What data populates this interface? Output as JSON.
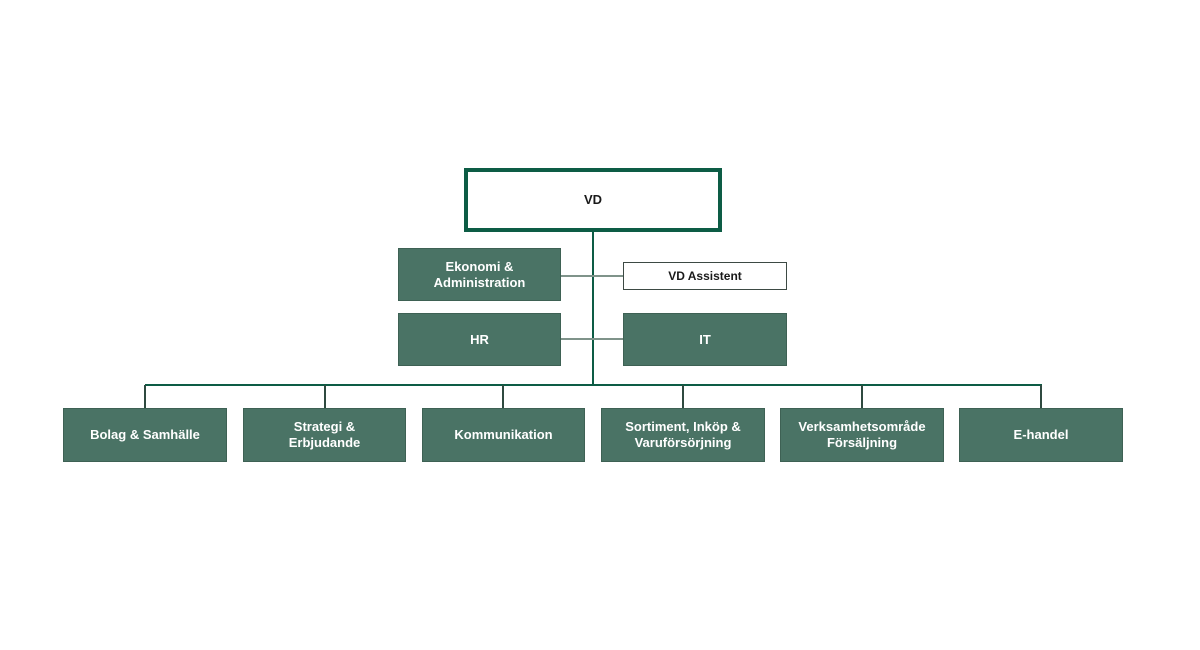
{
  "diagram": {
    "type": "org-chart",
    "colors": {
      "node_fill": "#4a7365",
      "node_border": "#3e6154",
      "node_text": "#ffffff",
      "root_text": "#1a1a1a",
      "line_dark": "#0d5c45",
      "line_light": "#7f938a",
      "line_drop": "#2f4a40",
      "outline_border": "#3d4a44"
    },
    "nodes": {
      "root": {
        "label": "VD"
      },
      "ekonomi": {
        "label": "Ekonomi &\nAdministration"
      },
      "assistent": {
        "label": "VD Assistent"
      },
      "hr": {
        "label": "HR"
      },
      "it": {
        "label": "IT"
      },
      "bottom": [
        {
          "label": "Bolag & Samhälle"
        },
        {
          "label": "Strategi &\nErbjudande"
        },
        {
          "label": "Kommunikation"
        },
        {
          "label": "Sortiment, Inköp &\nVaruförsörjning"
        },
        {
          "label": "Verksamhetsområde\nFörsäljning"
        },
        {
          "label": "E-handel"
        }
      ]
    }
  }
}
